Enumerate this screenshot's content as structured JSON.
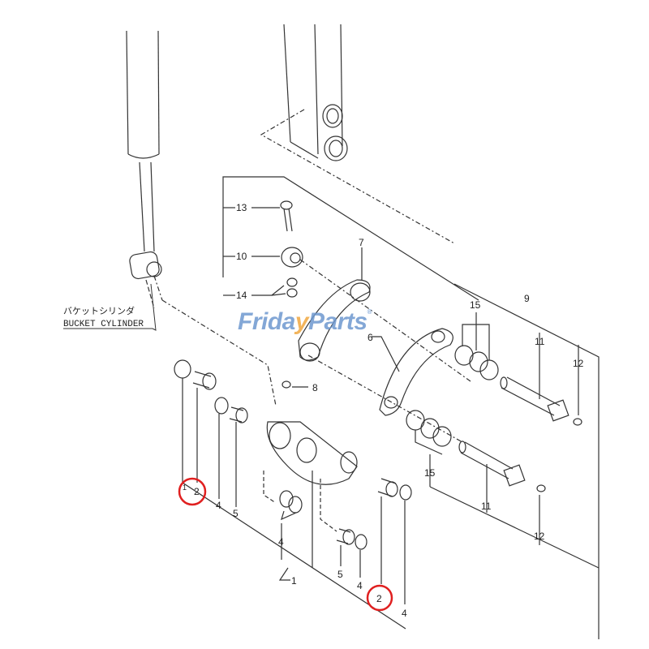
{
  "diagram": {
    "title": "Bucket cylinder linkage parts diagram",
    "component_label_jp": "バケットシリンダ",
    "component_label_en": "BUCKET CYLINDER",
    "watermark": {
      "part1": "Frida",
      "part2": "y",
      "part3": "Parts",
      "mark": "®"
    },
    "colors": {
      "line": "#222222",
      "highlight": "#e02020",
      "logo_blue": "#6e98cf",
      "logo_orange": "#f0a840"
    },
    "callouts": [
      {
        "id": "13",
        "text": "13"
      },
      {
        "id": "10",
        "text": "10"
      },
      {
        "id": "14",
        "text": "14"
      },
      {
        "id": "7",
        "text": "7"
      },
      {
        "id": "6",
        "text": "6"
      },
      {
        "id": "8",
        "text": "8"
      },
      {
        "id": "9",
        "text": "9"
      },
      {
        "id": "15a",
        "text": "15"
      },
      {
        "id": "11a",
        "text": "11"
      },
      {
        "id": "12a",
        "text": "12"
      },
      {
        "id": "15b",
        "text": "15"
      },
      {
        "id": "11b",
        "text": "11"
      },
      {
        "id": "12b",
        "text": "12"
      },
      {
        "id": "1",
        "text": "1"
      },
      {
        "id": "2a",
        "text": "2"
      },
      {
        "id": "4a",
        "text": "4"
      },
      {
        "id": "5a",
        "text": "5"
      },
      {
        "id": "4b",
        "text": "4"
      },
      {
        "id": "5b",
        "text": "5"
      },
      {
        "id": "4c",
        "text": "4"
      },
      {
        "id": "2b",
        "text": "2"
      },
      {
        "id": "4d",
        "text": "4"
      },
      {
        "id": "1small",
        "text": "1"
      }
    ],
    "highlighted_callouts": [
      "2a",
      "2b"
    ]
  }
}
